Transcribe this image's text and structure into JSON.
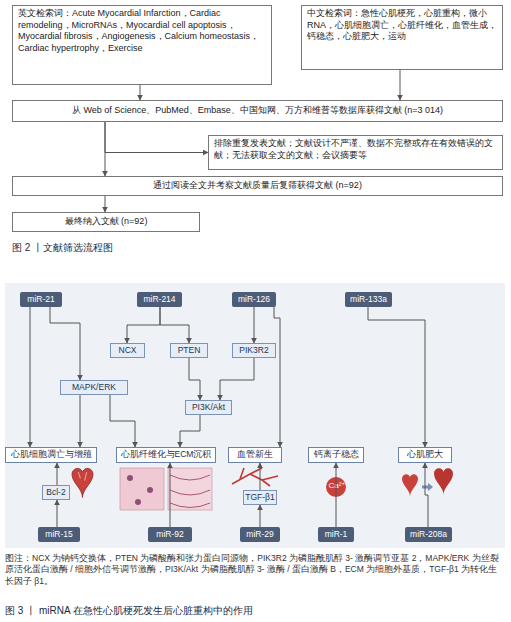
{
  "diagram": {
    "caption": "图 3 丨 miRNA 在急性心肌梗死发生后心脏重构中的作用",
    "nodes": [
      {
        "text": [
          "英文检索词：Acute Myocardial Infarction，Cardiac remodeling，MicroRNAs，Myocardial cell apoptosis，Myocardial fibrosis，Angiogenesis，Calcium homeostasis，Cardiac hypertrophy，Exercise"
        ]
      },
      {
        "text": [
          "中文检索词：急性心肌梗死，心脏重构，微小 RNA，心肌细胞凋亡，心脏纤维化，血管生成，钙稳态，心脏肥大，运动"
        ]
      },
      {
        "text": [
          "从 Web of Science、PubMed、Embase、中国知网、万方和维普等数据库获得文献 (n=3 014)"
        ]
      },
      {
        "text": [
          "排除重复发表文献；文献设计不严谨、数据不完整或存在有效错误的文献；无法获取全文的文献；会议摘要等"
        ]
      },
      {
        "text": [
          "通过阅读全文并考察文献质量后复筛获得文献 (n=92)"
        ]
      },
      {
        "text": [
          "最终纳入文献 (n=92)"
        ]
      },
      {
        "text": [
          "miR-21"
        ]
      },
      {
        "text": [
          "miR-214"
        ]
      },
      {
        "text": [
          "miR-126"
        ]
      },
      {
        "text": [
          "miR-133a"
        ]
      },
      {
        "text": [
          "NCX"
        ]
      },
      {
        "text": [
          "PTEN"
        ]
      },
      {
        "text": [
          "PIK3R2"
        ]
      },
      {
        "text": [
          "MAPK/ERK"
        ]
      },
      {
        "text": [
          "PI3K/Akt"
        ]
      },
      {
        "text": [
          "心肌细胞凋亡与增殖"
        ]
      },
      {
        "text": [
          "心肌纤维化与ECM沉积"
        ]
      },
      {
        "text": [
          "血管新生"
        ]
      },
      {
        "text": [
          "钙离子稳态"
        ]
      },
      {
        "text": [
          "心肌肥大"
        ]
      },
      {
        "text": [
          "Bcl-2"
        ]
      },
      {
        "text": [
          "TGF-β1"
        ]
      },
      {
        "text": [
          "miR-15"
        ]
      },
      {
        "text": [
          "miR-92"
        ]
      },
      {
        "text": [
          "miR-29"
        ]
      },
      {
        "text": [
          "miR-1"
        ]
      },
      {
        "text": [
          "miR-208a"
        ]
      }
    ],
    "edges": [
      {
        "from": 0,
        "to": 2,
        "arrow": "to"
      },
      {
        "from": 1,
        "to": 2,
        "arrow": "to"
      },
      {
        "from": 2,
        "to": 3,
        "arrow": "to"
      },
      {
        "from": 2,
        "to": 4,
        "arrow": "to"
      },
      {
        "from": 4,
        "to": 5,
        "arrow": "to"
      },
      {
        "from": 6,
        "to": 13,
        "arrow": "to"
      },
      {
        "from": 6,
        "to": 15,
        "arrow": "to"
      },
      {
        "from": 7,
        "to": 10,
        "arrow": "to"
      },
      {
        "from": 7,
        "to": 11,
        "arrow": "to"
      },
      {
        "from": 8,
        "to": 12,
        "arrow": "to"
      },
      {
        "from": 11,
        "to": 14,
        "arrow": "to"
      },
      {
        "from": 12,
        "to": 14,
        "arrow": "to"
      },
      {
        "from": 8,
        "to": 17,
        "arrow": "to"
      },
      {
        "from": 9,
        "to": 19,
        "arrow": "to"
      },
      {
        "from": 13,
        "to": 15,
        "arrow": "to"
      },
      {
        "from": 13,
        "to": 16,
        "arrow": "to"
      },
      {
        "from": 14,
        "to": 16,
        "arrow": "to"
      },
      {
        "from": 22,
        "to": 20,
        "arrow": "to"
      },
      {
        "from": 20,
        "to": 15,
        "arrow": "to"
      },
      {
        "from": 23,
        "to": 16,
        "arrow": "to"
      },
      {
        "from": 24,
        "to": 21,
        "arrow": "to"
      },
      {
        "from": 21,
        "to": 17,
        "arrow": "to"
      },
      {
        "from": 25,
        "to": 18,
        "arrow": "to"
      },
      {
        "from": 26,
        "to": 19,
        "arrow": "to"
      }
    ],
    "labels": [
      "图 2 丨文献筛选流程图",
      "Ca²⁺",
      "图注：NCX 为钠钙交换体，PTEN 为磷酸酶和张力蛋白同源物，PIK3R2 为磷脂酰肌醇 3- 激酶调节亚基 2，MAPK/ERK 为丝裂原活化蛋白激酶 / 细胞外信号调节激酶，PI3K/Akt 为磷脂酰肌醇 3- 激酶 / 蛋白激酶 B，ECM 为细胞外基质，TGF-β1 为转化生长因子 β1。"
    ]
  }
}
